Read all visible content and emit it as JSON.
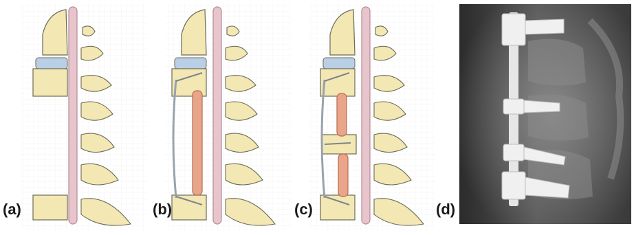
{
  "panels": [
    {
      "id": "a",
      "label": "(a)",
      "graft": "none",
      "plate": false
    },
    {
      "id": "b",
      "label": "(b)",
      "graft": "strut",
      "plate": true
    },
    {
      "id": "c",
      "label": "(c)",
      "graft": "strut-with-retained-vertebra",
      "plate": true
    },
    {
      "id": "d",
      "label": "(d)",
      "image": "lateral-x-ray"
    }
  ],
  "colors": {
    "bone": "#f3e7b3",
    "bone_outline": "#6b6a57",
    "disc": "#b9cfe6",
    "cord": "#e8c4cc",
    "cord_outline": "#b58b96",
    "graft": "#e9a589",
    "graft_outline": "#b86a52",
    "plate": "#9aa3ab",
    "xray_dark": "#2e2e2e",
    "xray_light": "#d7d7d7"
  }
}
